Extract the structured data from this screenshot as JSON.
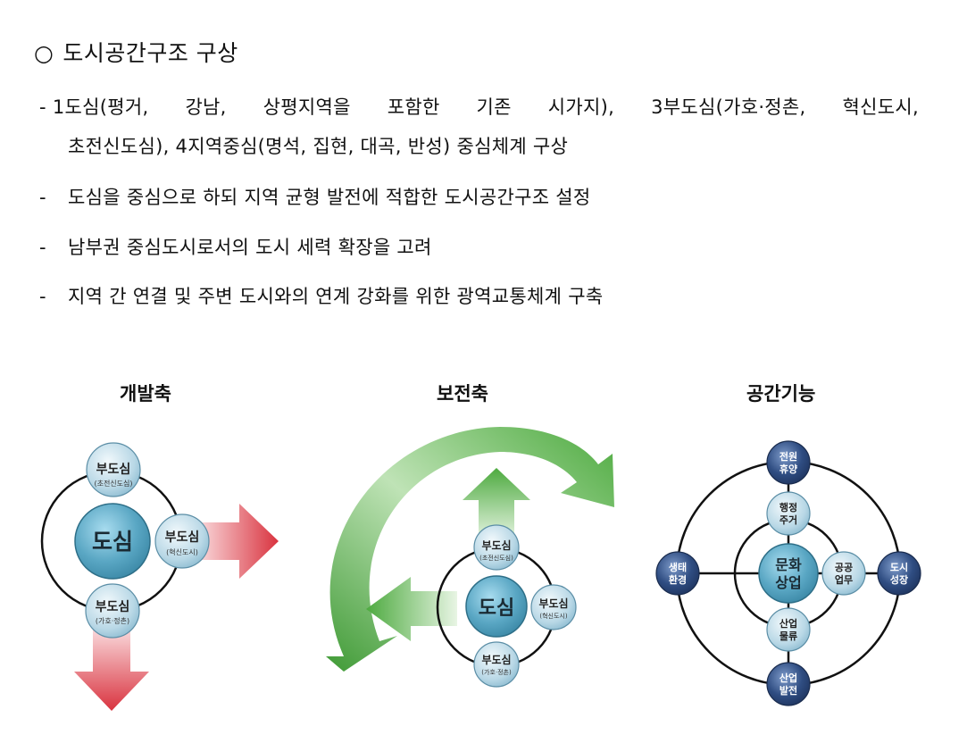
{
  "heading": {
    "marker": "○",
    "text": "도시공간구조 구상"
  },
  "bullets": {
    "b1_line1": [
      "- 1도심(평거,",
      "강남,",
      "상평지역을",
      "포함한",
      "기존",
      "시가지),",
      "3부도심(가호·정촌,",
      "혁신도시,"
    ],
    "b1_line2": "초전신도심), 4지역중심(명석, 집현, 대곡, 반성) 중심체계 구상",
    "b2": "도심을 중심으로 하되 지역 균형 발전에 적합한 도시공간구조 설정",
    "b3": "남부권 중심도시로서의 도시 세력 확장을 고려",
    "b4": "지역 간 연결 및 주변 도시와의 연계 강화를 위한 광역교통체계 구축",
    "dash": "-"
  },
  "diagram1": {
    "title": "개발축",
    "center": "도심",
    "top": {
      "name": "부도심",
      "sub": "(초전신도심)"
    },
    "right": {
      "name": "부도심",
      "sub": "(혁신도시)"
    },
    "bottom": {
      "name": "부도심",
      "sub": "(가호·정촌)"
    }
  },
  "diagram2": {
    "title": "보전축",
    "center": "도심",
    "top": {
      "name": "부도심",
      "sub": "(초전신도심)"
    },
    "right": {
      "name": "부도심",
      "sub": "(혁신도시)"
    },
    "bottom": {
      "name": "부도심",
      "sub": "(가호·정촌)"
    }
  },
  "diagram3": {
    "title": "공간기능",
    "center": [
      "문화",
      "상업"
    ],
    "inner_top": [
      "행정",
      "주거"
    ],
    "inner_right": [
      "공공",
      "업무"
    ],
    "inner_bottom": [
      "산업",
      "물류"
    ],
    "outer_top": [
      "전원",
      "휴양"
    ],
    "outer_left": [
      "생태",
      "환경"
    ],
    "outer_right": [
      "도시",
      "성장"
    ],
    "outer_bottom": [
      "산업",
      "발전"
    ]
  },
  "colors": {
    "red_arrow": "#d9333f",
    "green_arrow": "#4daa3f",
    "center_circle": "#5aa7c4",
    "sub_circle": "#b9d8e6",
    "outer_node": "#2f4d82"
  }
}
